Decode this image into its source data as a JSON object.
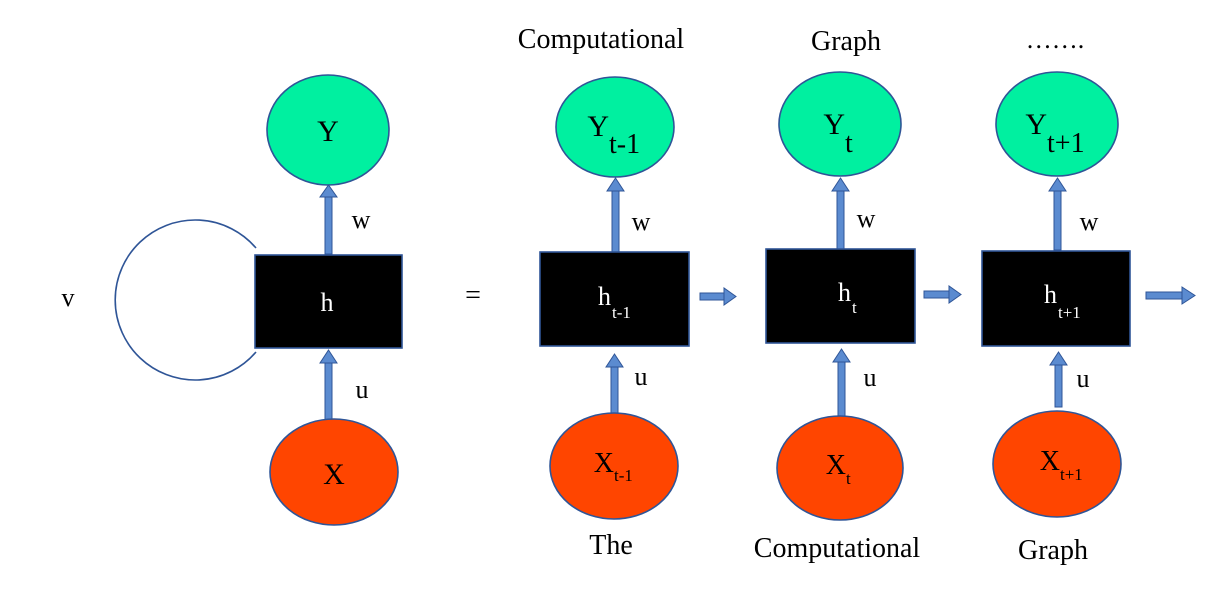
{
  "colors": {
    "output_node": "#00F0A0",
    "input_node": "#FF4500",
    "hidden_box": "#000000",
    "outline": "#2F5597",
    "arrow": "#5B8BD0"
  },
  "folded": {
    "output_label": "Y",
    "hidden_label": "h",
    "input_label": "X",
    "weight_w": "w",
    "weight_u": "u",
    "weight_v": "v"
  },
  "equals": "=",
  "header": {
    "word1": "Computational",
    "word2": "Graph",
    "ellipsis": "……."
  },
  "steps": [
    {
      "y_base": "Y",
      "y_sub": "t-1",
      "h_base": "h",
      "h_sub": "t-1",
      "x_base": "X",
      "x_sub": "t-1",
      "w": "w",
      "u": "u",
      "word": "The"
    },
    {
      "y_base": "Y",
      "y_sub": "t",
      "h_base": "h",
      "h_sub": "t",
      "x_base": "X",
      "x_sub": "t",
      "w": "w",
      "u": "u",
      "word": "Computational"
    },
    {
      "y_base": "Y",
      "y_sub": "t+1",
      "h_base": "h",
      "h_sub": "t+1",
      "x_base": "X",
      "x_sub": "t+1",
      "w": "w",
      "u": "u",
      "word": "Graph"
    }
  ]
}
